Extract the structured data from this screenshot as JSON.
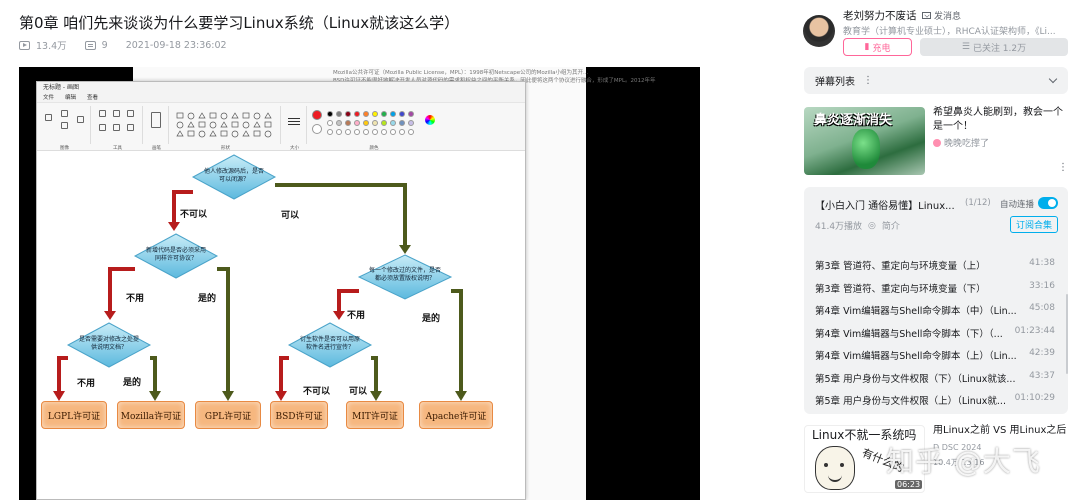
{
  "video": {
    "title": "第0章 咱们先来谈谈为什么要学习Linux系统（Linux就该这么学）",
    "views": "13.4万",
    "danmaku_count": "9",
    "date": "2021-09-18 23:36:02"
  },
  "player": {
    "paint_title": "无标题 - 画图",
    "menu": [
      "文件",
      "编辑",
      "查看"
    ],
    "ribbon_groups": [
      "图像",
      "工具",
      "画笔",
      "形状",
      "大小",
      "颜色"
    ],
    "bg_text_1": "Mozilla公共许可证（Mozilla Public License，MPL）：1998年初Netscape公司的Mozilla小组为其开...",
    "bg_text_2": "BSD许可证不能很好地解决开发人员对源代码的需求和权益之间的平衡关系，因此便将这两个协议进行融合，形成了MPL。2012年年",
    "diagram": {
      "q1": "他人修改源码后，是否可以闭源？",
      "q2": "新增代码是否必须采用同样许可协议？",
      "q3": "是否需要对修改之处提供说明文档？",
      "q4": "每一个修改过的文件，是否都必须放置版权说明？",
      "q5": "衍生软件是否可以用原软件名进行宣传？",
      "edge_no": "不可以",
      "edge_yes": "可以",
      "edge_unneeded": "不用",
      "edge_yes2": "是的",
      "licenses": [
        "LGPL许可证",
        "Mozilla许可证",
        "GPL许可证",
        "BSD许可证",
        "MIT许可证",
        "Apache许可证"
      ]
    },
    "palette": [
      "#000000",
      "#7f7f7f",
      "#880015",
      "#ed1c24",
      "#ff7f27",
      "#fff200",
      "#22b14c",
      "#00a2e8",
      "#3f48cc",
      "#a349a4",
      "#ffffff",
      "#c3c3c3",
      "#b97a57",
      "#ffaec9",
      "#ffc90e",
      "#efe4b0",
      "#b5e61d",
      "#99d9ea",
      "#7092be",
      "#c8bfe7"
    ],
    "accent_color": "#ed1c24"
  },
  "uploader": {
    "name": "老刘努力不废话",
    "message": "发消息",
    "description": "教育学（计算机专业硕士），RHCA认证架构师，《Li...",
    "charge": "充电",
    "follow": "已关注 1.2万"
  },
  "danmaku_panel": {
    "label": "弹幕列表",
    "more": "⋮"
  },
  "ad": {
    "overlay": "鼻炎逐渐消失",
    "title": "希望鼻炎人能刷到，教会一个是一个！",
    "source": "晚晚吃撑了",
    "more": "⋮"
  },
  "playlist": {
    "title": "【小白入门 通俗易懂】Linux...",
    "count": "(1/12)",
    "autoplay": "自动连播",
    "plays": "41.4万播放",
    "views_label": "简介",
    "subscribe": "订阅合集",
    "episodes": [
      {
        "title": "第3章 管道符、重定向与环境变量（上）",
        "duration": "41:38"
      },
      {
        "title": "第3章 管道符、重定向与环境变量（下）",
        "duration": "33:16"
      },
      {
        "title": "第4章 Vim编辑器与Shell命令脚本（中）（Lin...",
        "duration": "45:08"
      },
      {
        "title": "第4章 Vim编辑器与Shell命令脚本（下）（...",
        "duration": "01:23:44"
      },
      {
        "title": "第4章 Vim编辑器与Shell命令脚本（上）（Lin...",
        "duration": "42:39"
      },
      {
        "title": "第5章 用户身份与文件权限（下）（Linux就该...",
        "duration": "43:37"
      },
      {
        "title": "第5章 用户身份与文件权限（上）（Linux就...",
        "duration": "01:10:29"
      }
    ]
  },
  "recommend": {
    "caption": "Linux不就一系统吗",
    "scribble": "有什么的",
    "duration": "06:23",
    "title": "用Linux之前 VS 用Linux之后",
    "meta1": "D   DSC   2024",
    "meta2": "10.4万   13:16"
  },
  "watermark": "知乎 @大飞"
}
